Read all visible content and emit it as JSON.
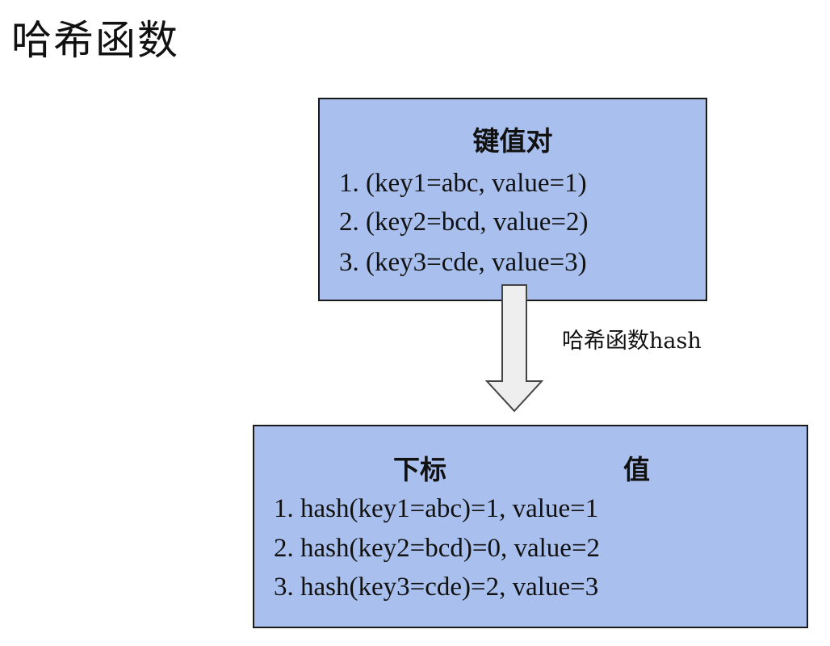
{
  "title": "哈希函数",
  "top_box": {
    "heading": "键值对",
    "entries": [
      "1. (key1=abc, value=1)",
      "2. (key2=bcd, value=2)",
      "3. (key3=cde, value=3)"
    ]
  },
  "arrow": {
    "label": "哈希函数hash"
  },
  "bottom_box": {
    "heading_index": "下标",
    "heading_value": "值",
    "entries": [
      "1. hash(key1=abc)=1, value=1",
      "2. hash(key2=bcd)=0, value=2",
      "3. hash(key3=cde)=2, value=3"
    ]
  },
  "colors": {
    "box_fill": "#a9c0ee",
    "box_border": "#1a1a1a",
    "arrow_fill": "#eeeeee",
    "arrow_stroke": "#444444"
  }
}
